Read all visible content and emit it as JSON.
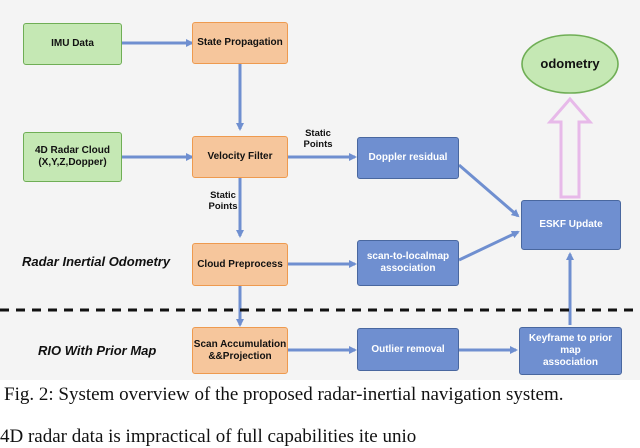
{
  "nodes": {
    "imu_data": "IMU Data",
    "state_propagation": "State Propagation",
    "radar_cloud": "4D Radar Cloud\n(X,Y,Z,Dopper)",
    "velocity_filter": "Velocity Filter",
    "doppler_residual": "Doppler residual",
    "cloud_preprocess": "Cloud Preprocess",
    "scan_to_localmap": "scan-to-localmap\nassociation",
    "eskf_update": "ESKF Update",
    "odometry": "odometry",
    "scan_accumulation": "Scan Accumulation\n&&Projection",
    "outlier_removal": "Outlier removal",
    "keyframe_prior_map": "Keyframe to prior\nmap\nassociation"
  },
  "edge_labels": {
    "static_points_1": "Static\nPoints",
    "static_points_2": "Static\nPoints"
  },
  "section_labels": {
    "rio": "Radar Inertial Odometry",
    "rio_prior": "RIO With Prior Map"
  },
  "caption": "Fig. 2: System overview of the proposed radar-inertial navigation system.",
  "bottom_text": "4D radar data is impractical of full capabilities ite unio",
  "colors": {
    "green": "#c5e8b4",
    "orange": "#f6c69c",
    "blue": "#6f8fd0",
    "arrow": "#6f8fd0",
    "odometry_arrow": "#e7b9e9"
  }
}
